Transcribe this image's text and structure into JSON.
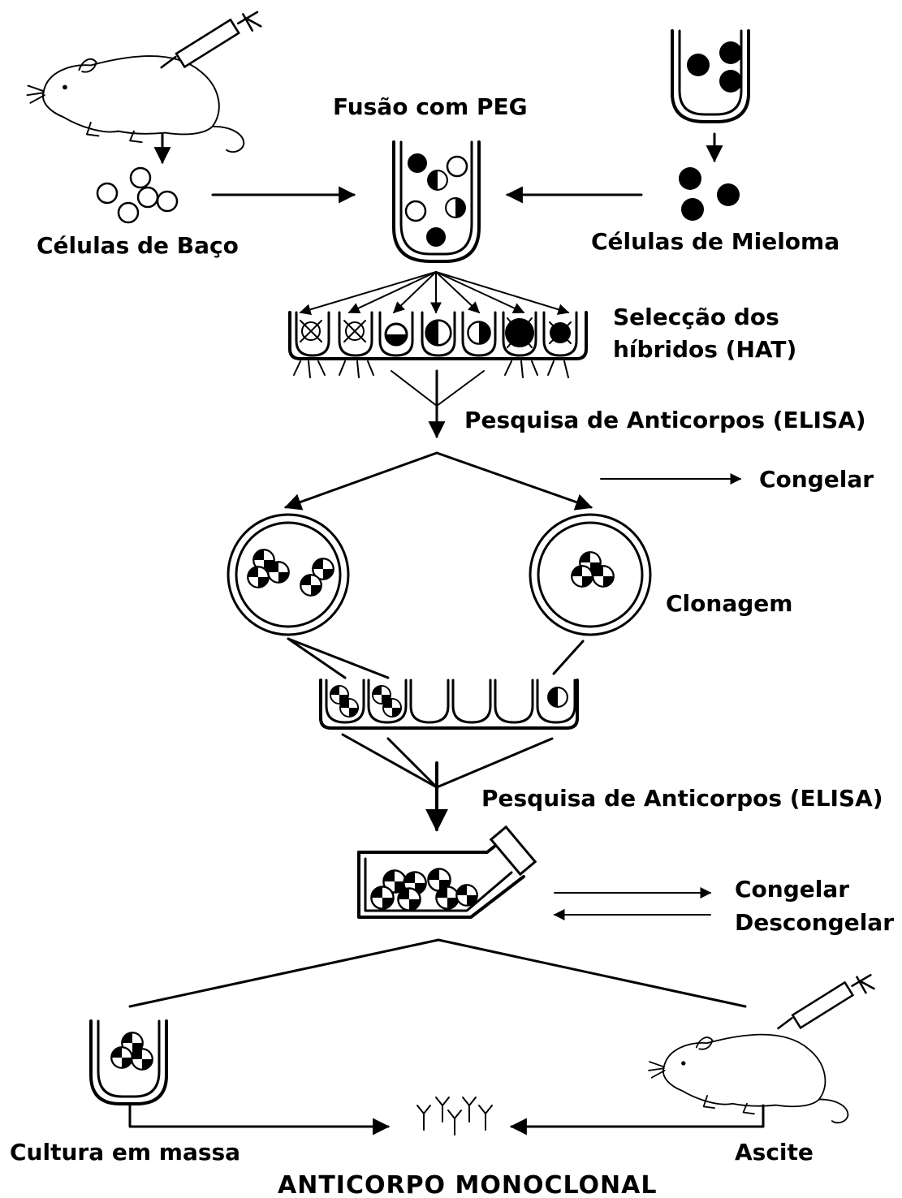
{
  "labels": {
    "fusion": "Fusão com PEG",
    "spleen_cells": "Células de Baço",
    "myeloma_cells": "Células de Mieloma",
    "selection_line1": "Selecção dos",
    "selection_line2": "híbridos (HAT)",
    "elisa_1": "Pesquisa de Anticorpos (ELISA)",
    "freeze_1": "Congelar",
    "cloning": "Clonagem",
    "elisa_2": "Pesquisa de Anticorpos (ELISA)",
    "freeze_2": "Congelar",
    "thaw": "Descongelar",
    "mass_culture": "Cultura em massa",
    "ascites": "Ascite",
    "title": "ANTICORPO MONOCLONAL"
  }
}
